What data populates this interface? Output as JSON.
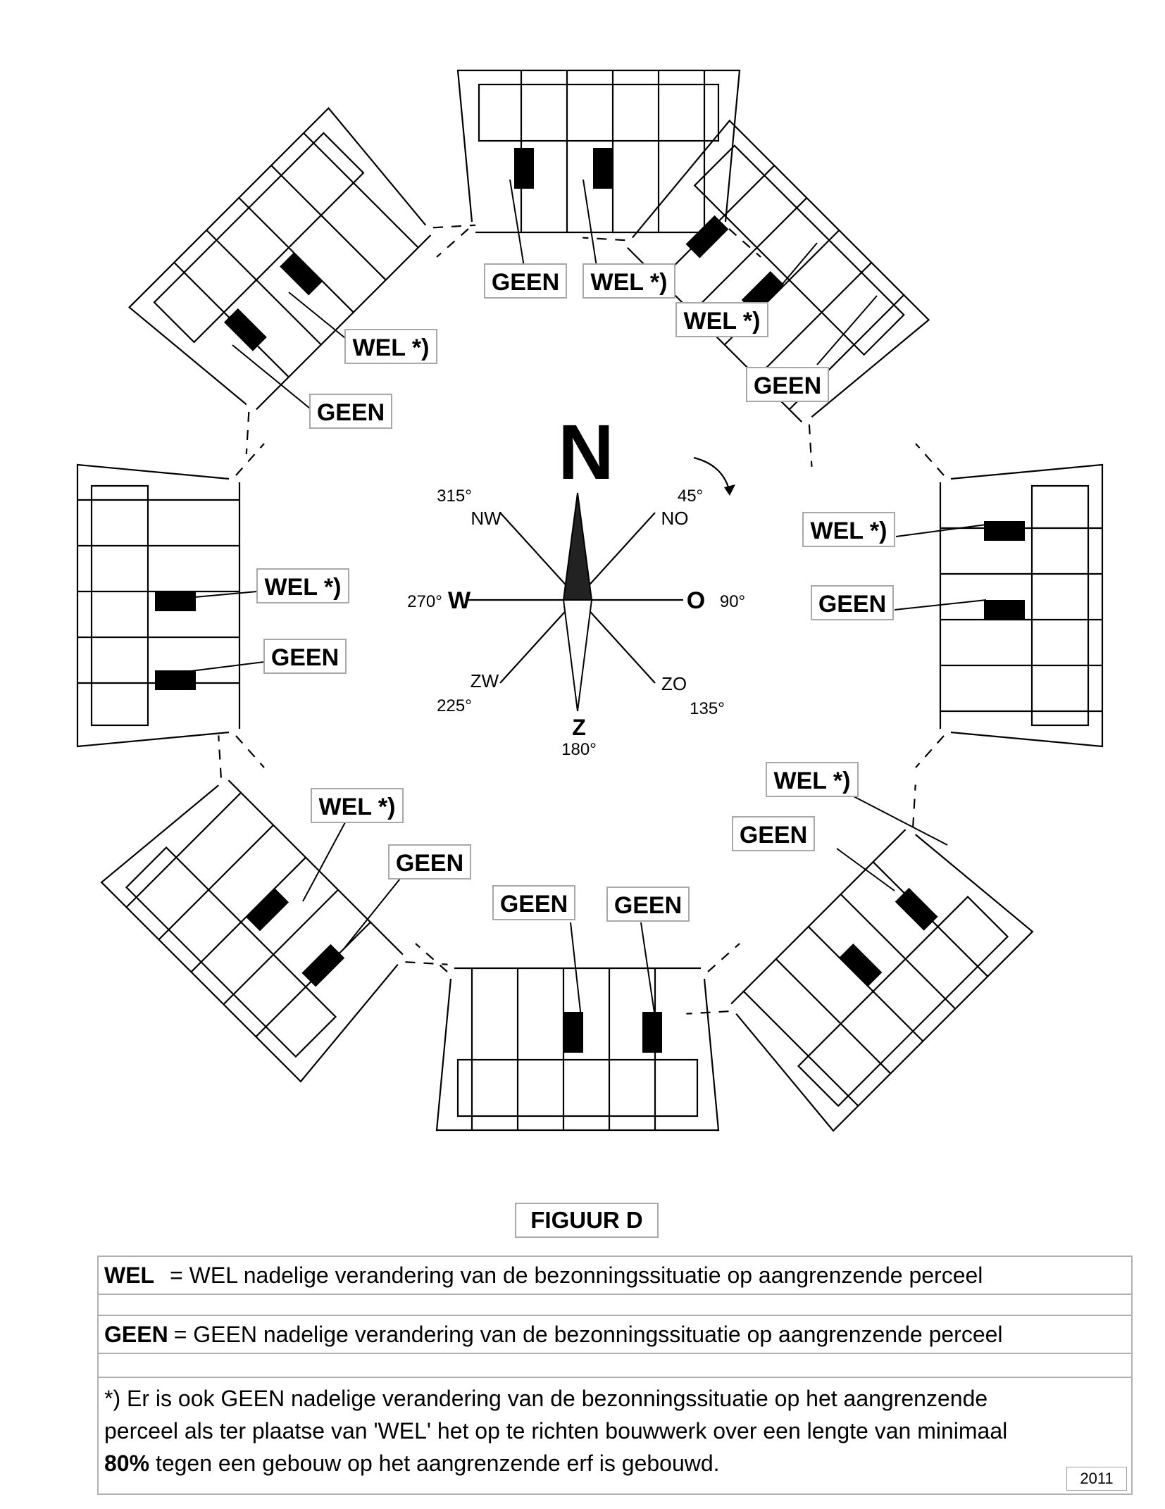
{
  "compass": {
    "north_big": "N",
    "dirs": {
      "nw": "NW",
      "no": "NO",
      "w": "W",
      "o": "O",
      "zw": "ZW",
      "zo": "ZO",
      "z": "Z"
    },
    "degrees": {
      "nw": "315°",
      "no": "45°",
      "w": "270°",
      "o": "90°",
      "zw": "225°",
      "zo": "135°",
      "z": "180°"
    }
  },
  "labels": {
    "n_left": "GEEN",
    "n_right": "WEL *)",
    "ne_top": "WEL *)",
    "ne_bottom": "GEEN",
    "e_top": "WEL *)",
    "e_bottom": "GEEN",
    "se_top": "WEL *)",
    "se_bottom": "GEEN",
    "s_left": "GEEN",
    "s_right": "GEEN",
    "sw_top": "WEL *)",
    "sw_bottom": "GEEN",
    "w_top": "WEL *)",
    "w_bottom": "GEEN",
    "nw_top": "WEL *)",
    "nw_bottom": "GEEN"
  },
  "figure_title": "FIGUUR D",
  "legend": {
    "wel_term": "WEL",
    "wel_def": "= WEL nadelige verandering van de bezonningssituatie op aangrenzende perceel",
    "geen_term": "GEEN",
    "geen_def": "= GEEN nadelige verandering van de bezonningssituatie op aangrenzende perceel",
    "note_line1": "*) Er is ook GEEN nadelige verandering van de bezonningssituatie op het aangrenzende",
    "note_line2": "perceel als ter plaatse van 'WEL' het op te richten bouwwerk over een lengte van minimaal",
    "note_pct": "80%",
    "note_line3_rest": " tegen een gebouw op het aangrenzende erf is gebouwd.",
    "year": "2011"
  }
}
